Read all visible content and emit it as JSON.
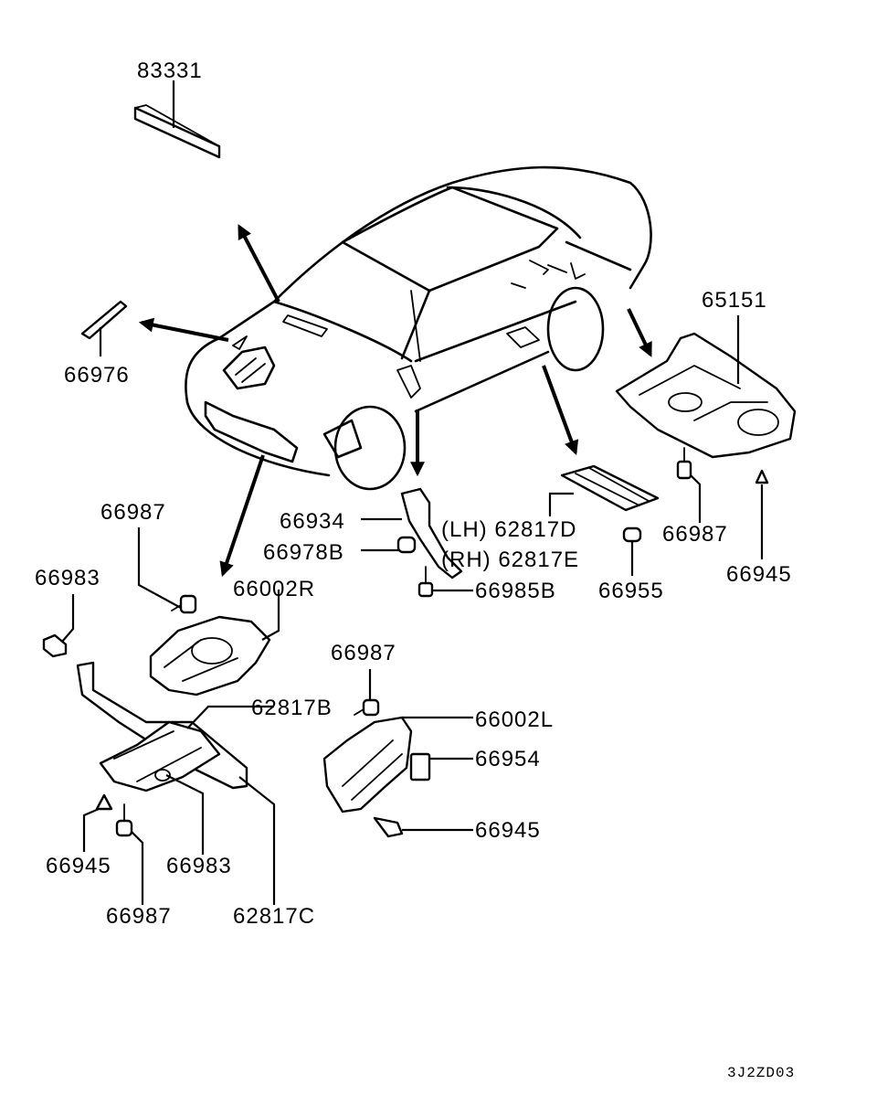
{
  "callouts": {
    "p83331": "83331",
    "p66976": "66976",
    "p65151": "65151",
    "p66987_a": "66987",
    "p66983_a": "66983",
    "p66934": "66934",
    "p66978B": "66978B",
    "p66002R": "66002R",
    "p62817D": "(LH) 62817D",
    "p62817E": "(RH) 62817E",
    "p66985B": "66985B",
    "p66955": "66955",
    "p66987_b": "66987",
    "p66945_a": "66945",
    "p66987_c": "66987",
    "p62817B": "62817B",
    "p66002L": "66002L",
    "p66954": "66954",
    "p66945_b": "66945",
    "p66945_c": "66945",
    "p66983_b": "66983",
    "p66987_d": "66987",
    "p62817C": "62817C"
  },
  "diagram_code": "3J2ZD03"
}
